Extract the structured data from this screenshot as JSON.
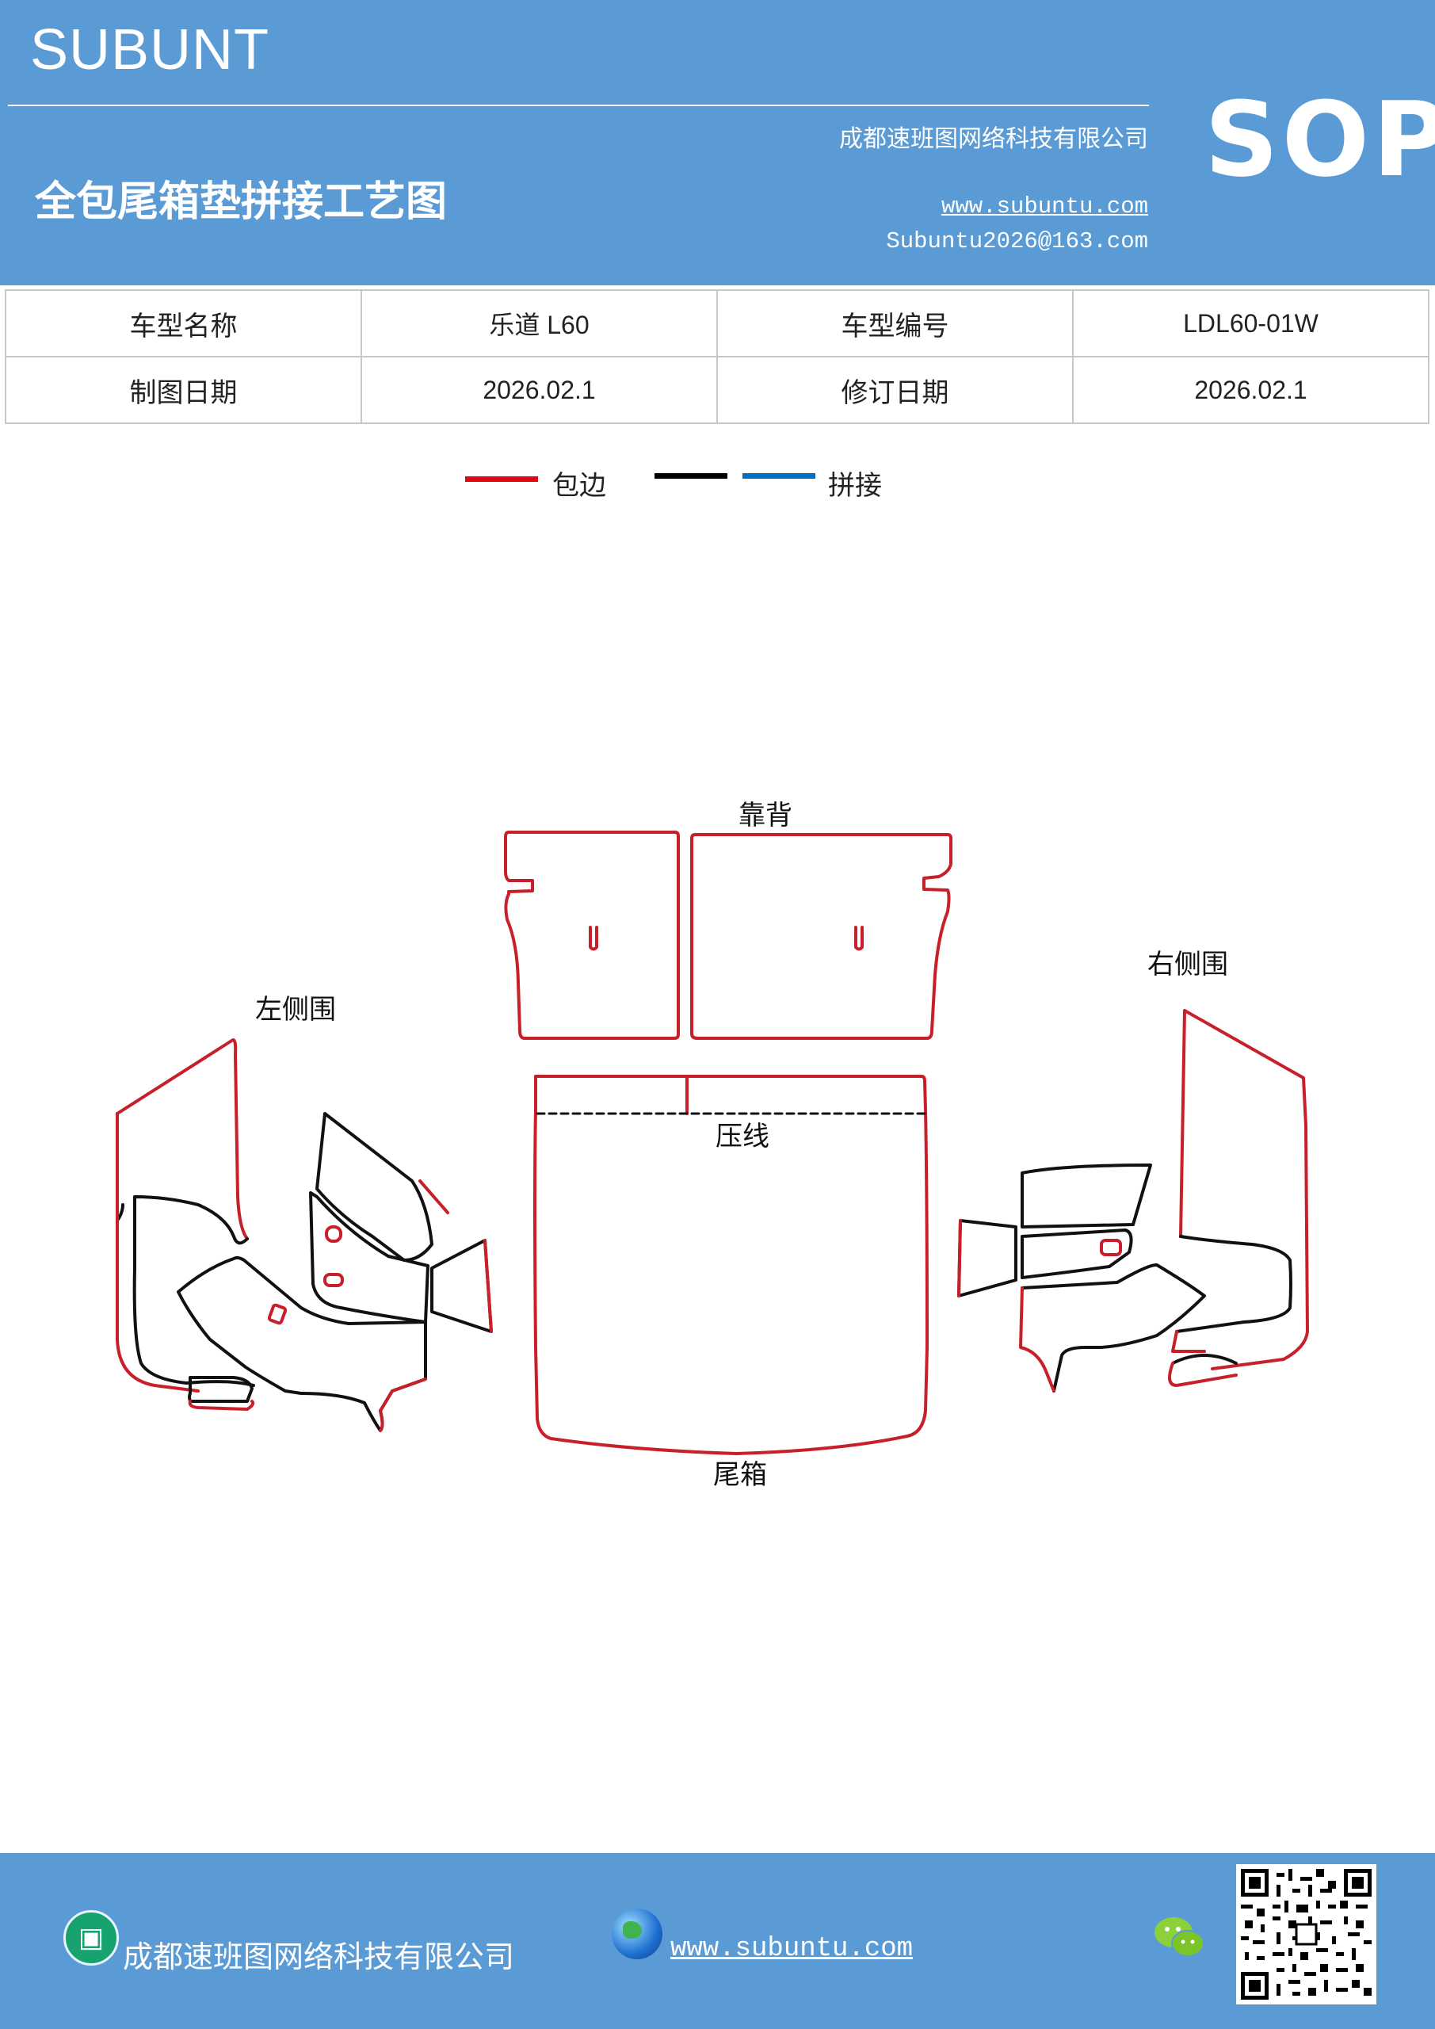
{
  "header": {
    "brand": "SUBUNT",
    "title": "全包尾箱垫拼接工艺图",
    "company": "成都速班图网络科技有限公司",
    "website": "www.subuntu.com",
    "email": "Subuntu2026@163.com",
    "badge": "SOP"
  },
  "info_table": {
    "rows": [
      {
        "label1": "车型名称",
        "value1": "乐道 L60",
        "label2": "车型编号",
        "value2": "LDL60-01W"
      },
      {
        "label1": "制图日期",
        "value1": "2026.02.1",
        "label2": "修订日期",
        "value2": "2026.02.1"
      }
    ]
  },
  "legend": {
    "items": [
      {
        "label": "包边",
        "color": "#e30613"
      },
      {
        "label": "拼接",
        "colors": [
          "#000000",
          "#0070c0"
        ]
      }
    ]
  },
  "diagram": {
    "labels": {
      "backrest": "靠背",
      "left_side": "左侧围",
      "right_side": "右侧围",
      "press_line": "压线",
      "trunk": "尾箱"
    },
    "colors": {
      "edge": "#c8202a",
      "seam": "#111111"
    }
  },
  "footer": {
    "company": "成都速班图网络科技有限公司",
    "website": "www.subuntu.com",
    "icons": [
      "company-icon",
      "globe-icon",
      "wechat-icon",
      "qr-code"
    ]
  }
}
